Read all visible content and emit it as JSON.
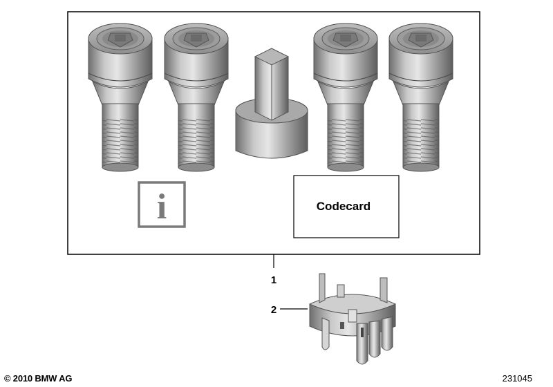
{
  "diagram": {
    "codecard_label": "Codecard",
    "info_glyph": "i",
    "part_labels": [
      "1",
      "2"
    ],
    "icons": [
      "wheel-lock-bolt",
      "adapter-key",
      "info-icon",
      "codecard",
      "bolt-holder-clip"
    ]
  },
  "footer": {
    "copyright": "© 2010 BMW AG",
    "image_number": "231045"
  },
  "colors": {
    "metal_light": "#d9d9d9",
    "metal_mid": "#a6a6a6",
    "metal_dark": "#6b6b6b",
    "frame": "#000000",
    "info_gray": "#7a7a7a"
  }
}
